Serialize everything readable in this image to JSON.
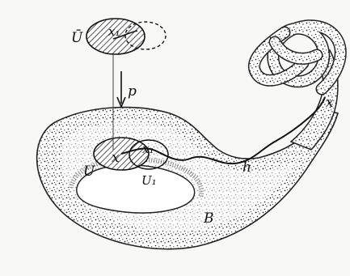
{
  "labels": {
    "u_bar": "Ū",
    "x1_top": "x₁",
    "p": "p",
    "u": "U",
    "x": "x",
    "x1": "x₁",
    "u1": "U₁",
    "h": "h",
    "x_right": "x",
    "b": "B"
  }
}
